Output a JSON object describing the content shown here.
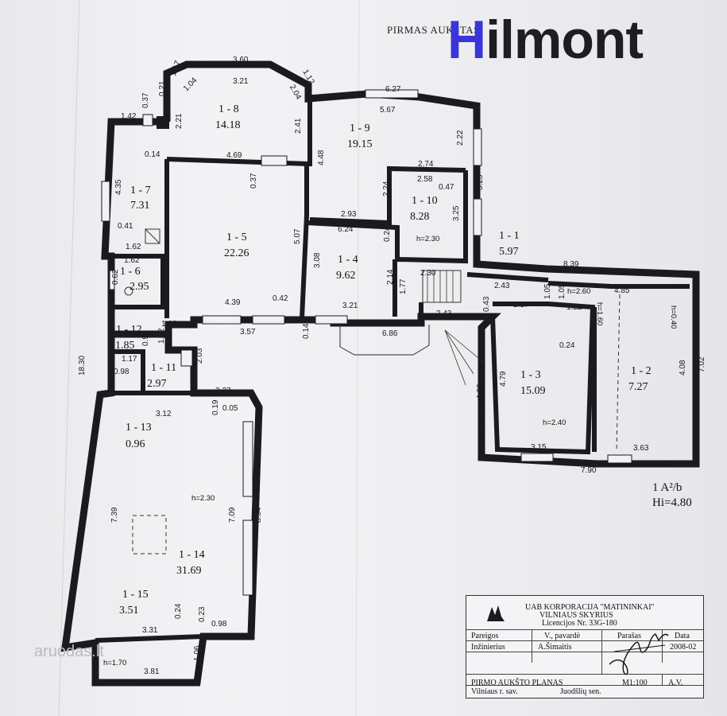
{
  "plan": {
    "title": "PIRMAS AUKŠTAS",
    "scale_note": {
      "line1": "1 A²/b",
      "line2": "Hi=4.80"
    },
    "rooms": [
      {
        "id": "1 - 8",
        "area": "14.18"
      },
      {
        "id": "1 - 9",
        "area": "19.15"
      },
      {
        "id": "1 - 7",
        "area": "7.31"
      },
      {
        "id": "1 - 10",
        "area": "8.28"
      },
      {
        "id": "1 - 5",
        "area": "22.26"
      },
      {
        "id": "1 - 1",
        "area": "5.97"
      },
      {
        "id": "1 - 4",
        "area": "9.62"
      },
      {
        "id": "1 - 6",
        "area": "2.95"
      },
      {
        "id": "1 - 12",
        "area": "1.85"
      },
      {
        "id": "1 - 11",
        "area": "2.97"
      },
      {
        "id": "1 - 3",
        "area": "15.09"
      },
      {
        "id": "1 - 2",
        "area": "7.27"
      },
      {
        "id": "1 - 13",
        "area": "0.96"
      },
      {
        "id": "1 - 14",
        "area": "31.69"
      },
      {
        "id": "1 - 15",
        "area": "3.51"
      }
    ],
    "dimensions": [
      "3.60",
      "3.21",
      "1.17",
      "1.04",
      "1.12",
      "2.04",
      "0.21",
      "0.37",
      "2.21",
      "2.41",
      "1.42",
      "0.14",
      "4.69",
      "6.27",
      "5.67",
      "2.22",
      "2.74",
      "2.58",
      "0.47",
      "3.25",
      "3.25",
      "4.48",
      "2.24",
      "0.37",
      "4.35",
      "0.41",
      "1.62",
      "1.62",
      "0.62",
      "2.93",
      "6.24",
      "0.24",
      "5.07",
      "3.08",
      "2.14",
      "1.77",
      "8.39",
      "2.30",
      "2.43",
      "4.85",
      "0.43",
      "2.17",
      "1.05",
      "1.05",
      "1.22",
      "4.39",
      "0.42",
      "3.21",
      "3.57",
      "0.14",
      "6.86",
      "2.43",
      "1.03",
      "1.32",
      "0.98",
      "2.03",
      "1.17",
      "0.98",
      "18.30",
      "0.24",
      "4.79",
      "5.03",
      "4.08",
      "7.02",
      "4.66",
      "3.15",
      "3.63",
      "7.90",
      "2.27",
      "3.12",
      "0.05",
      "0.19",
      "7.39",
      "7.09",
      "8.34",
      "0.24",
      "0.23",
      "0.98",
      "3.31",
      "1.06",
      "3.81"
    ],
    "heights": [
      "h=2.30",
      "h=2.60",
      "h=1.60",
      "h=0.40",
      "h=2.40",
      "h=2.30",
      "h=1.70"
    ]
  },
  "logo": {
    "letter": "H",
    "rest": "ilmont"
  },
  "watermark": "aruodas.lt",
  "titleblock": {
    "company": "UAB KORPORACIJA \"MATININKAI\"",
    "branch": "VILNIAUS SKYRIUS",
    "license": "Licencijos Nr. 33G-180",
    "col_position": "Pareigos",
    "col_name": "V., pavardė",
    "col_sign": "Parašas",
    "col_date": "Data",
    "role": "Inžinierius",
    "person": "A.Šimaitis",
    "date": "2008-02",
    "drawing": "PIRMO AUKŠTO PLANAS",
    "scale": "M1:100",
    "sheet": "A.V.",
    "district": "Vilniaus r. sav.",
    "eldership": "Juodšlių sen."
  },
  "colors": {
    "logo_accent": "#3a35d8",
    "wall": "#1b1b1f",
    "paper": "#ececee"
  }
}
